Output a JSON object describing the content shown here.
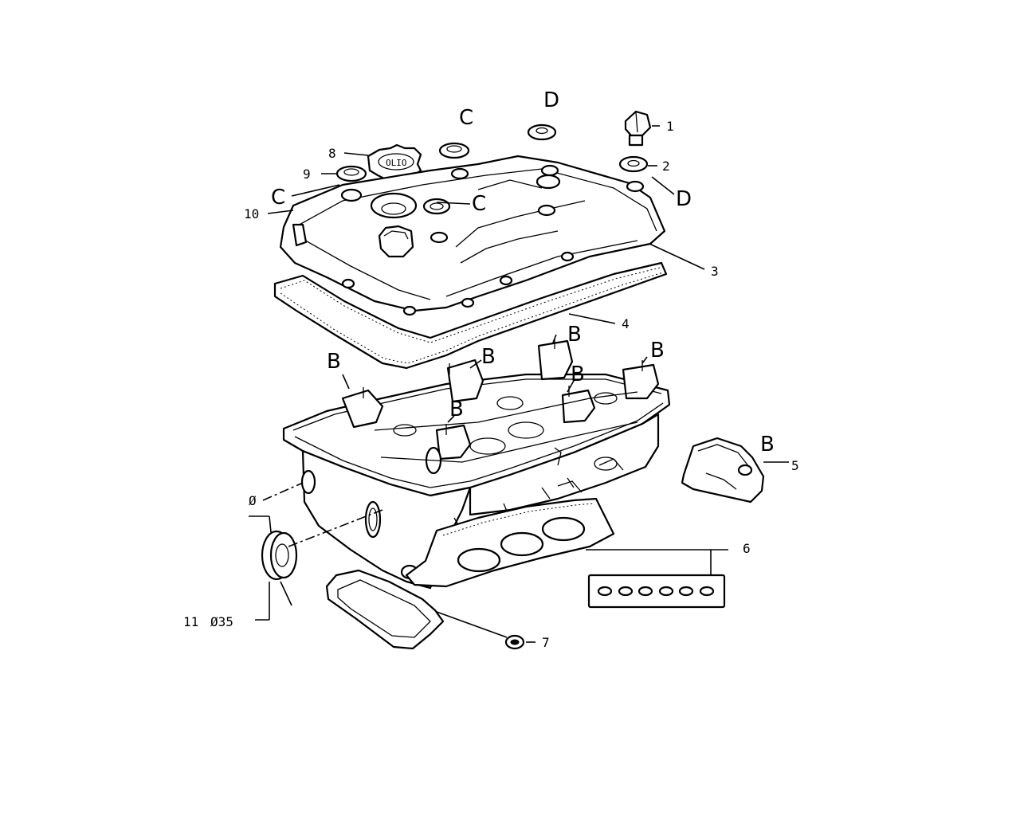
{
  "diagram": {
    "labels": {
      "l1": "1",
      "l2": "2",
      "l3": "3",
      "l4": "4",
      "l5": "5",
      "l6": "6",
      "l7": "7",
      "l8": "8",
      "l9": "9",
      "l10": "10",
      "l11": "11",
      "dia35": "Ø35",
      "dia_sym": "Ø",
      "oil_cap": "OLIO",
      "C": "C",
      "D": "D",
      "B": "B"
    }
  }
}
